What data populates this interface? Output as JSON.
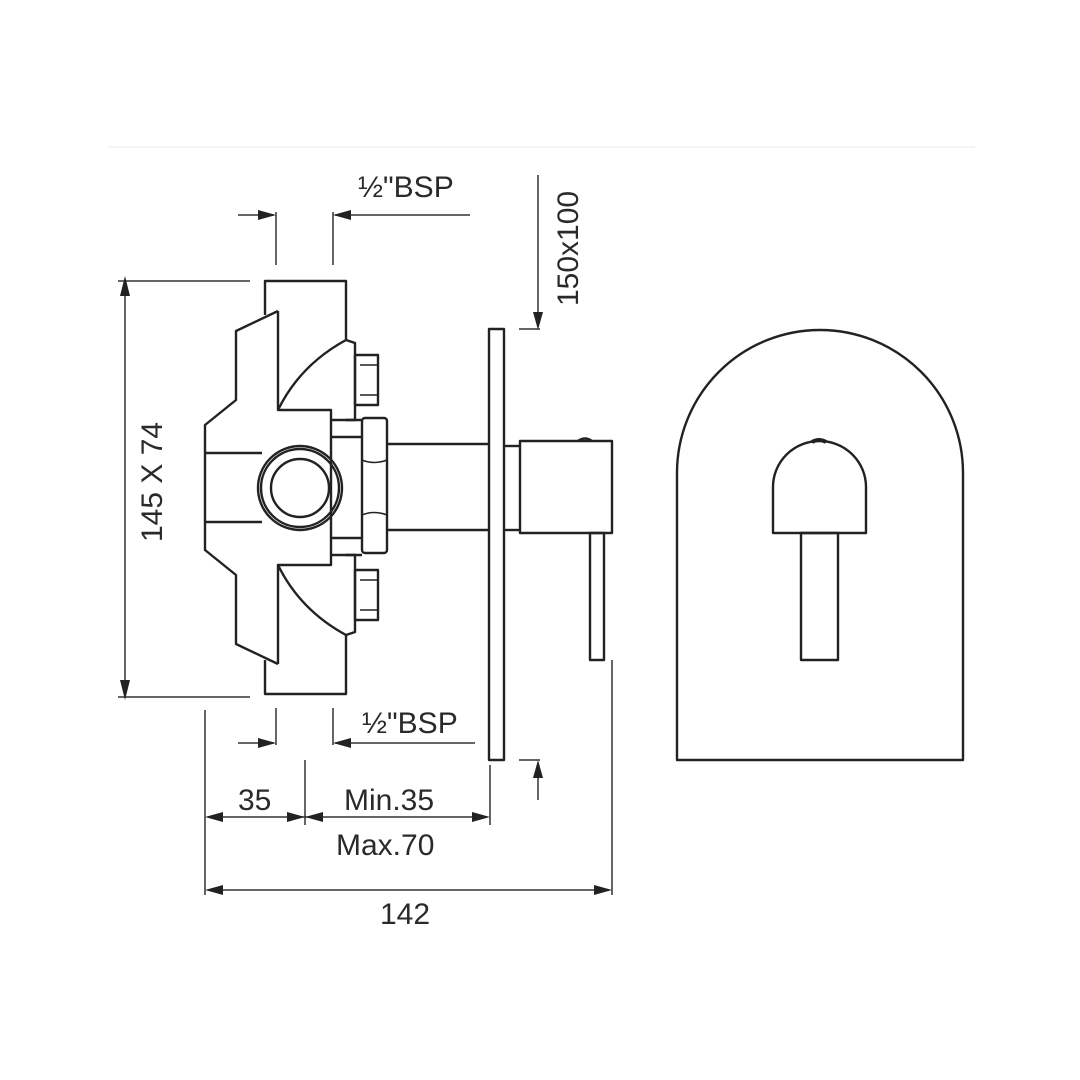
{
  "drawing": {
    "labels": {
      "bsp_top": "½\"BSP",
      "bsp_bottom": "½\"BSP",
      "plate_size": "150x100",
      "body_size": "145 X 74",
      "depth_35": "35",
      "min_depth": "Min.35",
      "max_depth": "Max.70",
      "total_depth": "142"
    },
    "colors": {
      "line": "#222222",
      "background": "#ffffff"
    }
  }
}
